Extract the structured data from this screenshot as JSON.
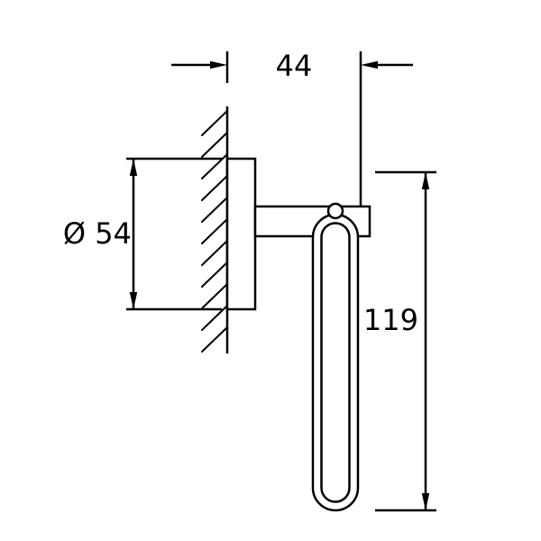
{
  "canvas": {
    "background_color": "#ffffff",
    "line_color": "#000000"
  },
  "dimensions": {
    "projection_width": "44",
    "plate_diameter": "Ø 54",
    "holder_height": "119"
  }
}
